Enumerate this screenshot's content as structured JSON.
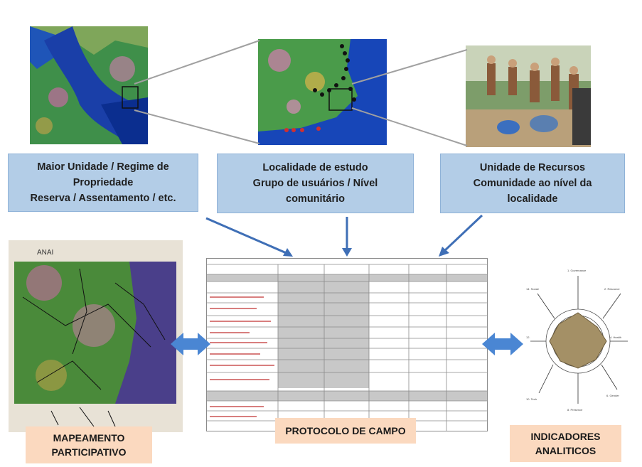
{
  "boxes": {
    "major": {
      "line1": "Maior Unidade / Regime de",
      "line2": "Propriedade",
      "line3": "Reserva / Assentamento / etc."
    },
    "locality": {
      "line1": "Localidade de estudo",
      "line2": "Grupo de usuários / Nível",
      "line3": "comunitário"
    },
    "resources": {
      "line1": "Unidade de Recursos",
      "line2": "Comunidade ao nível da",
      "line3": "localidade"
    }
  },
  "labels": {
    "mapping_1": "MAPEAMENTO",
    "mapping_2": "PARTICIPATIVO",
    "protocol": "PROTOCOLO DE CAMPO",
    "indicators_1": "INDICADORES",
    "indicators_2": "ANALITICOS"
  },
  "colors": {
    "box_fill": "#b3cde7",
    "box_border": "#8fb2d8",
    "label_fill": "#fbd9bf",
    "arrow_blue": "#3f6fb6",
    "double_arrow": "#4a86d3"
  },
  "icons": [
    "satellite-map",
    "zoomed-map",
    "community-photo",
    "participatory-map",
    "protocol-table",
    "indicators-radar"
  ]
}
